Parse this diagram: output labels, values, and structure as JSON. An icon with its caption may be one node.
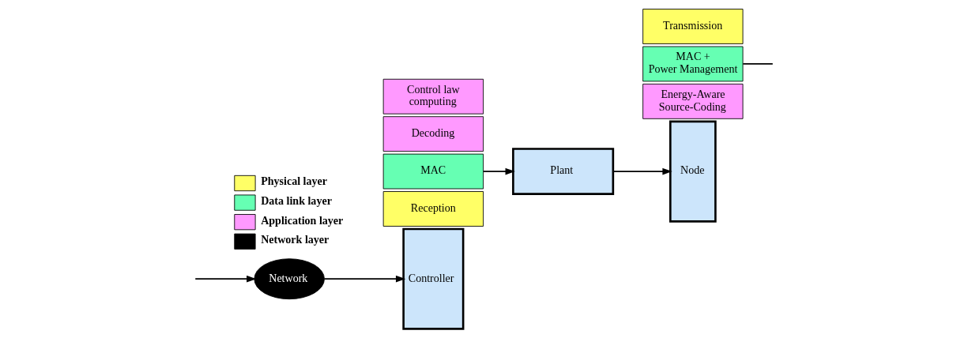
{
  "diagram": {
    "nodes": [
      {
        "text": [
          "Network"
        ]
      },
      {
        "text": [
          "Controller"
        ]
      },
      {
        "text": [
          "Reception"
        ]
      },
      {
        "text": [
          "MAC"
        ]
      },
      {
        "text": [
          "Decoding"
        ]
      },
      {
        "text": [
          "Control law computing"
        ]
      },
      {
        "text": [
          "Plant"
        ]
      },
      {
        "text": [
          "Node"
        ]
      },
      {
        "text": [
          "Energy-Aware Source-Coding"
        ]
      },
      {
        "text": [
          "MAC + Power Management"
        ]
      },
      {
        "text": [
          "Transmission"
        ]
      }
    ],
    "edges": [
      {
        "from": null,
        "to": 0,
        "arrow": "to"
      },
      {
        "from": 0,
        "to": 1,
        "arrow": "to"
      },
      {
        "from": 3,
        "to": 6,
        "arrow": "to"
      },
      {
        "from": 6,
        "to": 7,
        "arrow": "to"
      },
      {
        "from": 9,
        "to": null,
        "arrow": "none"
      }
    ],
    "legend": [
      {
        "text": "Physical layer",
        "color": "#ffff66"
      },
      {
        "text": "Data link layer",
        "color": "#66ffb3"
      },
      {
        "text": "Application layer",
        "color": "#ff99ff"
      },
      {
        "text": "Network layer",
        "color": "#000000"
      }
    ]
  }
}
